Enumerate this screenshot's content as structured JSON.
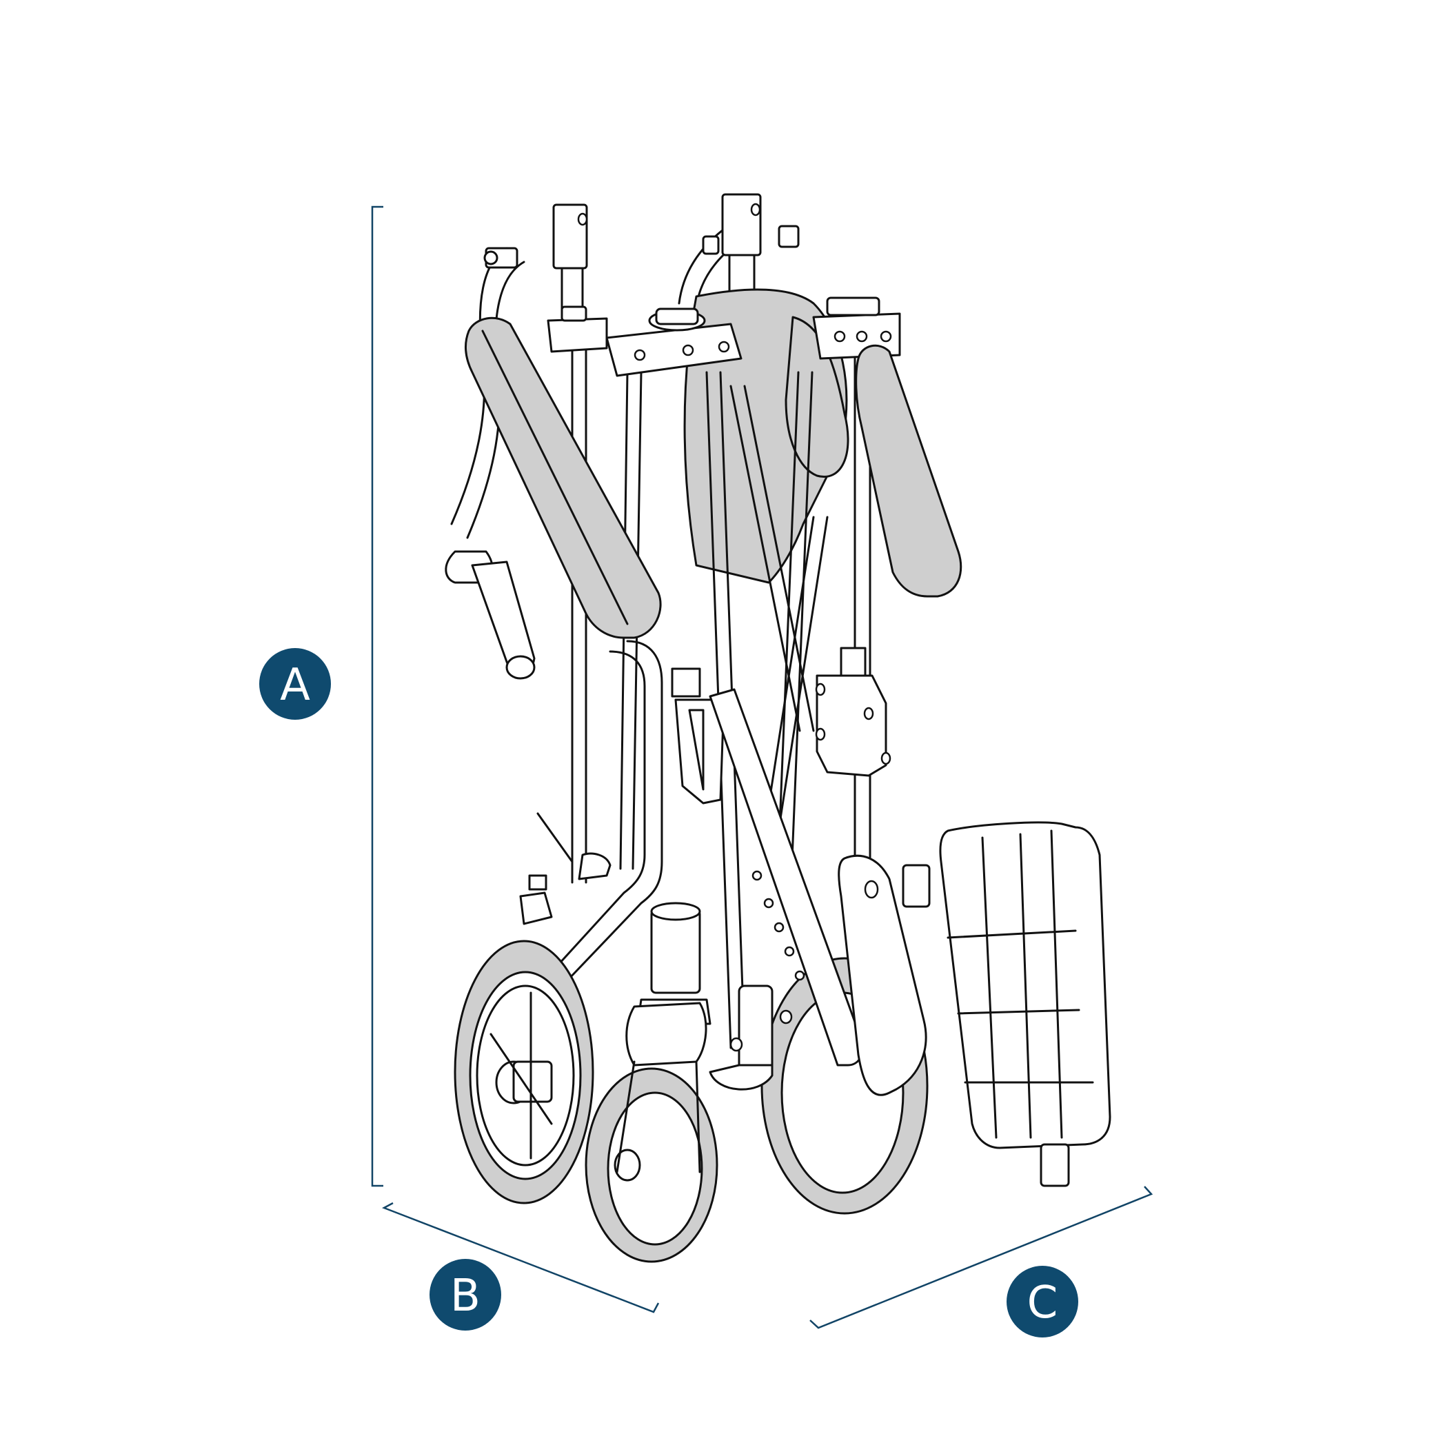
{
  "dimension_labels": {
    "height": "A",
    "depth": "B",
    "width": "C"
  },
  "colors": {
    "accent": "#0f4a6e",
    "upholstery": "#cfcfcf",
    "outline": "#111111",
    "background": "#ffffff"
  }
}
